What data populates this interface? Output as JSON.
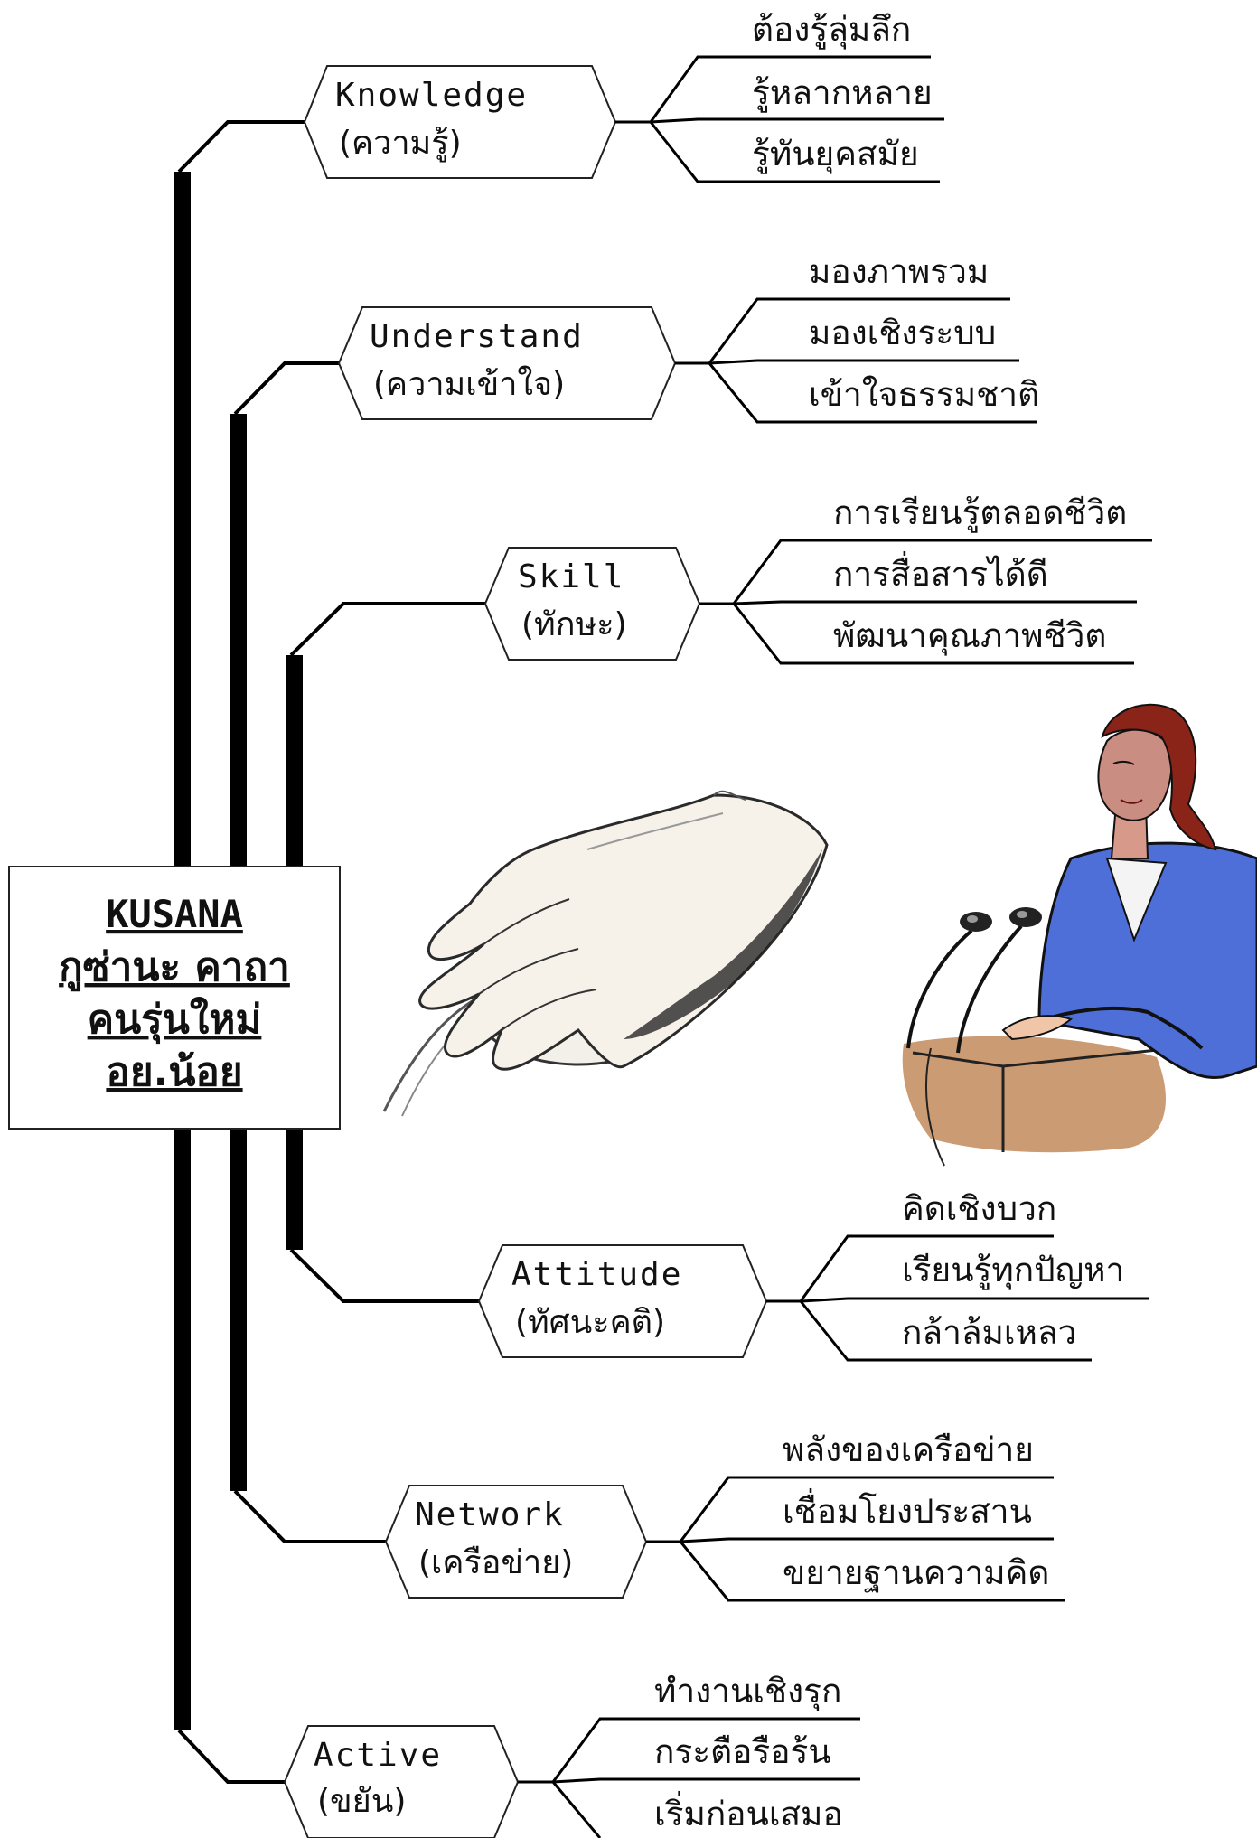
{
  "center": {
    "lines": [
      "KUSANA",
      "กูซ่านะ คาถา",
      "คนรุ่นใหม่",
      "อย.น้อย"
    ]
  },
  "branches": [
    {
      "name": "knowledge",
      "title": "Knowledge",
      "subtitle": "(ความรู้)",
      "leaves": [
        "ต้องรู้ลุ่มลึก",
        "รู้หลากหลาย",
        "รู้ทันยุคสมัย"
      ]
    },
    {
      "name": "understand",
      "title": "Understand",
      "subtitle": "(ความเข้าใจ)",
      "leaves": [
        "มองภาพรวม",
        "มองเชิงระบบ",
        "เข้าใจธรรมชาติ"
      ]
    },
    {
      "name": "skill",
      "title": "Skill",
      "subtitle": "(ทักษะ)",
      "leaves": [
        "การเรียนรู้ตลอดชีวิต",
        "การสื่อสารได้ดี",
        "พัฒนาคุณภาพชีวิต"
      ]
    },
    {
      "name": "attitude",
      "title": "Attitude",
      "subtitle": "(ทัศนะคติ)",
      "leaves": [
        "คิดเชิงบวก",
        "เรียนรู้ทุกปัญหา",
        "กล้าล้มเหลว"
      ]
    },
    {
      "name": "network",
      "title": "Network",
      "subtitle": "(เครือข่าย)",
      "leaves": [
        "พลังของเครือข่าย",
        "เชื่อมโยงประสาน",
        "ขยายฐานความคิด"
      ]
    },
    {
      "name": "active",
      "title": "Active",
      "subtitle": "(ขยัน)",
      "leaves": [
        "ทำงานเชิงรุก",
        "กระตือรือร้น",
        "เริ่มก่อนเสมอ"
      ]
    }
  ],
  "illustrations": {
    "hand": "hand-on-mouse-illustration",
    "speaker": "woman-speaker-at-podium-illustration"
  }
}
